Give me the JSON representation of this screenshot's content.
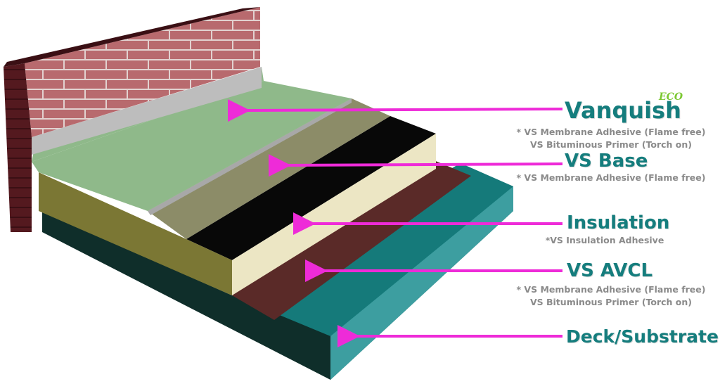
{
  "colors": {
    "accent_title": "#157d7d",
    "arrow": "#ee2bd8",
    "subtitle": "#8a8a8a",
    "eco": "#7cc832"
  },
  "layers": [
    {
      "id": "vanquish",
      "title": "Vanquish",
      "badge": "ECO",
      "notes": [
        "* VS Membrane Adhesive (Flame free)",
        "VS Bituminous Primer (Torch on)"
      ]
    },
    {
      "id": "vs-base",
      "title": "VS Base",
      "notes": [
        "* VS Membrane Adhesive (Flame free)"
      ]
    },
    {
      "id": "insulation",
      "title": "Insulation",
      "notes": [
        "*VS Insulation Adhesive"
      ]
    },
    {
      "id": "vs-avcl",
      "title": "VS AVCL",
      "notes": [
        "* VS Membrane Adhesive (Flame free)",
        "VS Bituminous Primer (Torch on)"
      ]
    },
    {
      "id": "deck",
      "title": "Deck/Substrate",
      "notes": []
    }
  ]
}
